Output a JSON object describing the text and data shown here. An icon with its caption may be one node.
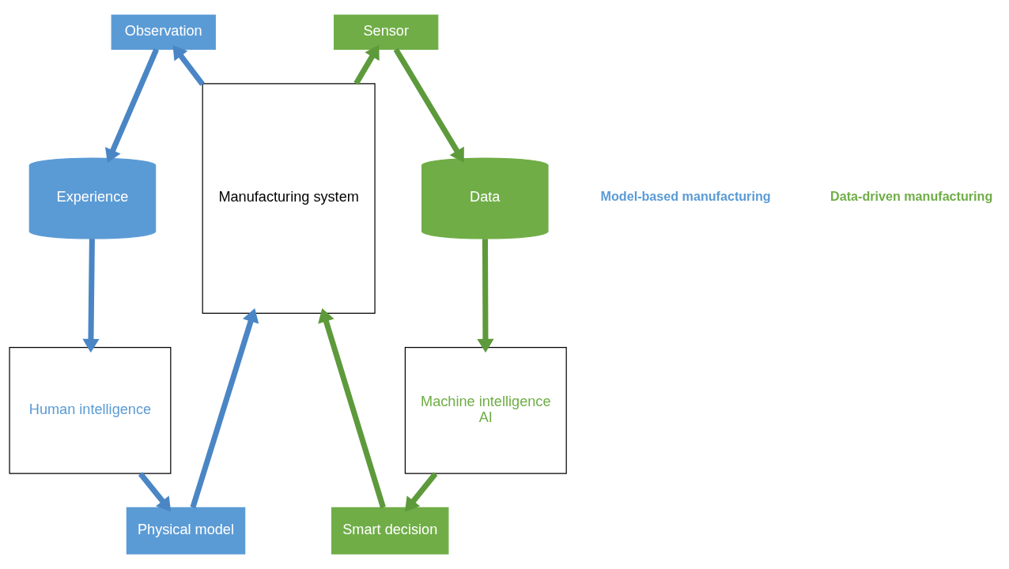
{
  "diagram": {
    "nodes": [
      {
        "text": [
          "Observation"
        ]
      },
      {
        "text": [
          "Sensor"
        ]
      },
      {
        "text": [
          "Experience"
        ]
      },
      {
        "text": [
          "Manufacturing system"
        ]
      },
      {
        "text": [
          "Data"
        ]
      },
      {
        "text": [
          "Human intelligence"
        ]
      },
      {
        "text": [
          "Machine intelligence",
          "AI"
        ]
      },
      {
        "text": [
          "Physical model"
        ]
      },
      {
        "text": [
          "Smart decision"
        ]
      }
    ],
    "edges": [
      {
        "from": 3,
        "to": 0,
        "arrow": "to",
        "color": "#4a86c5"
      },
      {
        "from": 0,
        "to": 2,
        "arrow": "to",
        "color": "#4a86c5"
      },
      {
        "from": 2,
        "to": 5,
        "arrow": "to",
        "color": "#4a86c5"
      },
      {
        "from": 5,
        "to": 7,
        "arrow": "to",
        "color": "#4a86c5"
      },
      {
        "from": 7,
        "to": 3,
        "arrow": "to",
        "color": "#4a86c5"
      },
      {
        "from": 3,
        "to": 1,
        "arrow": "to",
        "color": "#5d9a3b"
      },
      {
        "from": 1,
        "to": 4,
        "arrow": "to",
        "color": "#5d9a3b"
      },
      {
        "from": 4,
        "to": 6,
        "arrow": "to",
        "color": "#5d9a3b"
      },
      {
        "from": 6,
        "to": 8,
        "arrow": "to",
        "color": "#5d9a3b"
      },
      {
        "from": 8,
        "to": 3,
        "arrow": "to",
        "color": "#5d9a3b"
      }
    ],
    "labels": [
      "Model-based manufacturing",
      "Data-driven manufacturing"
    ]
  }
}
